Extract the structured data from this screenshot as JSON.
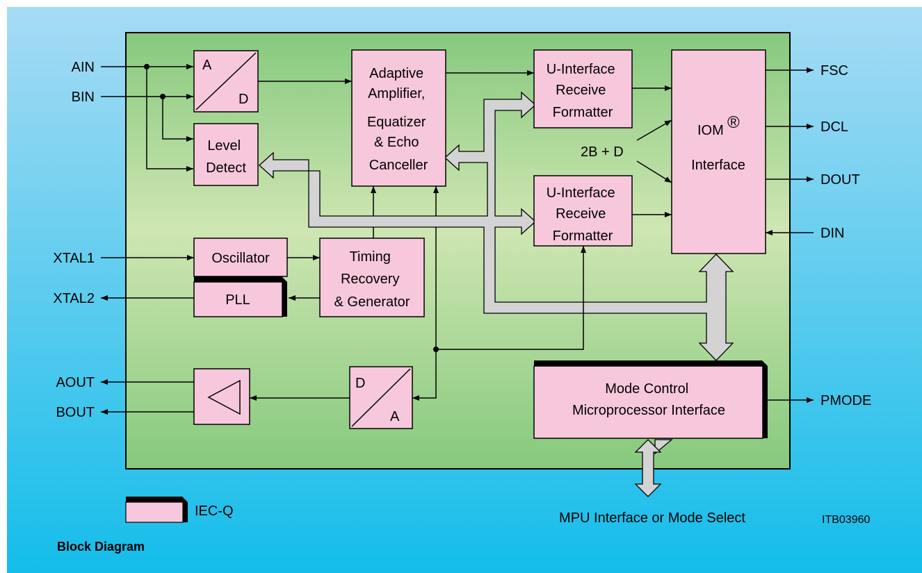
{
  "pins": {
    "ain": "AIN",
    "bin": "BIN",
    "xtal1": "XTAL1",
    "xtal2": "XTAL2",
    "aout": "AOUT",
    "bout": "BOUT",
    "fsc": "FSC",
    "dcl": "DCL",
    "dout": "DOUT",
    "din": "DIN",
    "pmode": "PMODE"
  },
  "blocks": {
    "adc_a": "A",
    "adc_d": "D",
    "dac_d": "D",
    "dac_a": "A",
    "level_detect": [
      "Level",
      "Detect"
    ],
    "echo_canceller": [
      "Adaptive",
      "Amplifier,",
      "Equatizer",
      "& Echo",
      "Canceller"
    ],
    "formatter_top": [
      "U-Interface",
      "Receive",
      "Formatter"
    ],
    "formatter_bottom": [
      "U-Interface",
      "Receive",
      "Formatter"
    ],
    "iom": [
      "IOM",
      "®",
      "Interface"
    ],
    "oscillator": "Oscillator",
    "pll": "PLL",
    "timing": [
      "Timing",
      "Recovery",
      "& Generator"
    ],
    "mode_control": [
      "Mode Control",
      "Microprocessor Interface"
    ]
  },
  "annotations": {
    "two_b_d": "2B + D",
    "mpu": "MPU Interface or Mode Select",
    "legend": "IEC-Q",
    "ref_code": "ITB03960",
    "caption": "Block Diagram"
  },
  "colors": {
    "block_fill": "#F7C8DC",
    "bus_fill": "#D3D3D3",
    "chip_fill": "#9FD08F",
    "bg_top": "#A7DBF4",
    "bg_bottom": "#14BDEA"
  }
}
